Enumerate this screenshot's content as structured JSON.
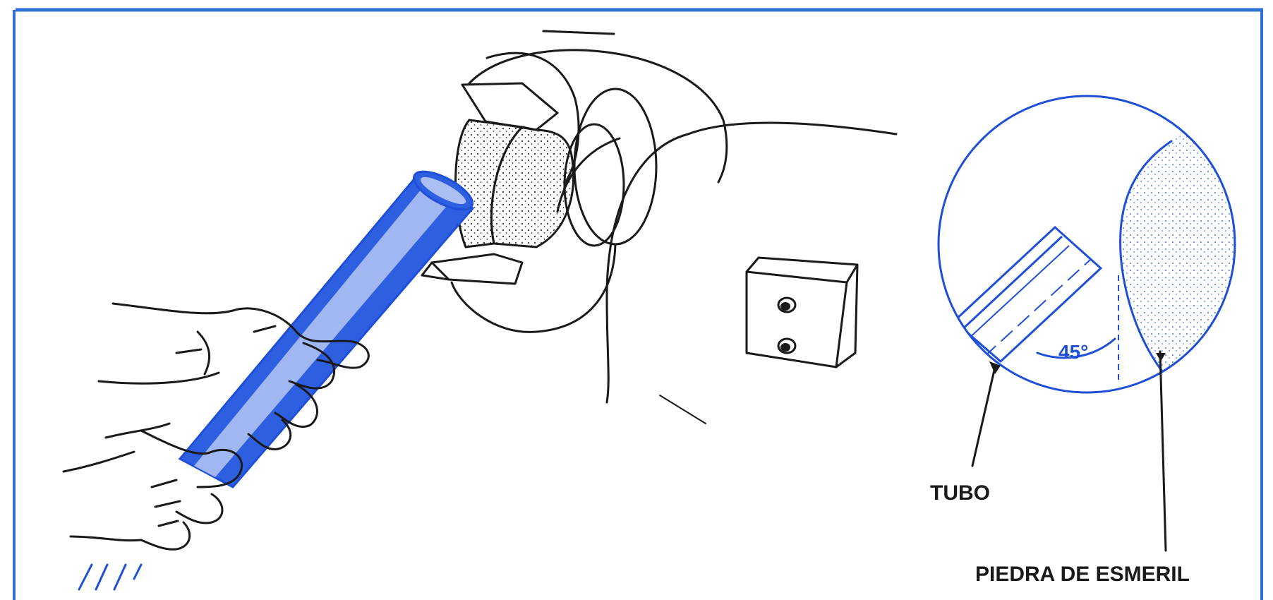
{
  "labels": {
    "tube": "TUBO",
    "grinding_stone": "PIEDRA DE ESMERIL",
    "angle": "45°"
  },
  "colors": {
    "border": "#2f6fd6",
    "tube_blue": "#1f4fd6",
    "ink": "#1a1a1a"
  },
  "icons": {
    "stipple": "grinding-stone-texture"
  }
}
